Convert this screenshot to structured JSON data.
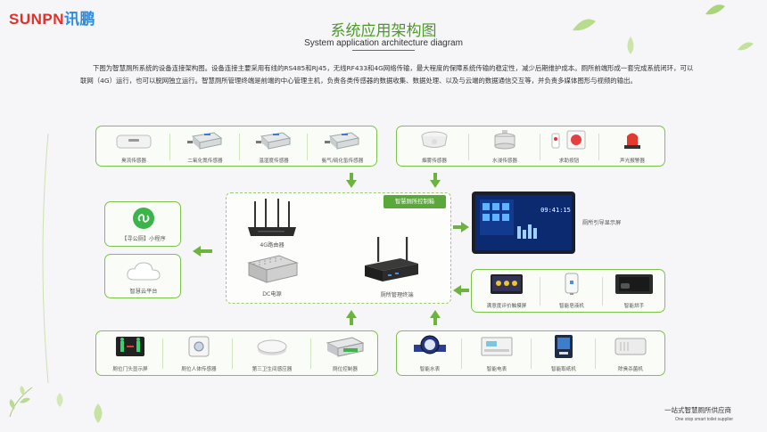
{
  "brand": {
    "logo_latin": "SUNPN",
    "logo_cn": "讯鹏"
  },
  "header": {
    "title": "系统应用架构图",
    "subtitle": "System application architecture diagram"
  },
  "intro": "下图为智慧厕所系统的设备连接架构图。设备连接主要采用有线的RS485和RJ45，无线RF433和4G网络传输，最大程度的保障系统传输的稳定性，减少后期维护成本。厕所前端形成一套完成系统闭环，可以联网（4G）运行，也可以脱网独立运行。智慧厕所管理终端是前端的中心管理主机，负责各类传感器的数据收集、数据处理、以及与云端的数据通信交互等，并负责多媒体图形与视频的输出。",
  "groups": {
    "env_sensors": [
      "臭流传感器",
      "二氧化氮传感器",
      "温湿度传感器",
      "氨气/硫化氢传感器"
    ],
    "alarm_sensors": [
      "烟雾传感器",
      "水浸传感器",
      "求助按钮",
      "声光报警器"
    ],
    "left_services": {
      "app": "【寻公厕】小程序",
      "cloud": "智慧云平台"
    },
    "right_terminals": [
      "满意度评价触摸屏",
      "智能皂液机",
      "智能烘手"
    ],
    "bottom_left": [
      "厕位门头显示屏",
      "厕位人体传感器",
      "第三卫生间感应器",
      "厕位控制器"
    ],
    "bottom_right": [
      "智能水表",
      "智能电表",
      "智能取纸机",
      "除臭杀菌机"
    ]
  },
  "center": {
    "tag": "智慧厕所控制箱",
    "router": "4G路由器",
    "power": "DC电源",
    "terminal": "厕所管理终端"
  },
  "guide_screen": {
    "label": "厕所引导显示屏",
    "time": "09:41:15"
  },
  "footer": {
    "cn": "一站式智慧厕所供应商",
    "en": "One stop smart toilet supplier"
  },
  "colors": {
    "accent": "#7dc24a",
    "arrow": "#6cb33f",
    "title": "#4c9a2a",
    "logo_red": "#e0302a",
    "logo_blue": "#2d8be0"
  }
}
